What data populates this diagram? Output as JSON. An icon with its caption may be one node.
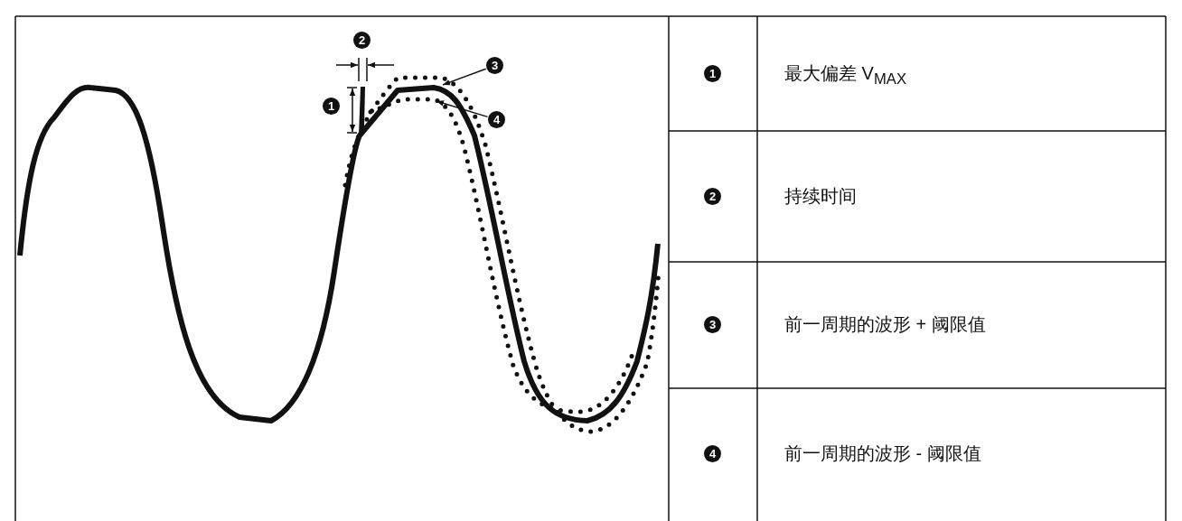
{
  "diagram": {
    "nodes": [
      {
        "text": [
          "2"
        ]
      },
      {
        "text": [
          "3"
        ]
      },
      {
        "text": [
          "1"
        ]
      },
      {
        "text": [
          "4"
        ]
      },
      {
        "text": [
          "1"
        ],
        "beside": [
          "最大偏差 V$_{MAX}$"
        ]
      },
      {
        "text": [
          "2"
        ],
        "beside": [
          "持续时间"
        ]
      },
      {
        "text": [
          "3"
        ],
        "beside": [
          "前一周期的波形 + 阈限值"
        ]
      },
      {
        "text": [
          "4"
        ],
        "beside": [
          "前一周期的波形 - 阈限值"
        ]
      }
    ],
    "edges": [
      {
        "from": 1,
        "to": null,
        "arrow": "to"
      },
      {
        "from": 3,
        "to": null,
        "arrow": "to"
      }
    ]
  }
}
